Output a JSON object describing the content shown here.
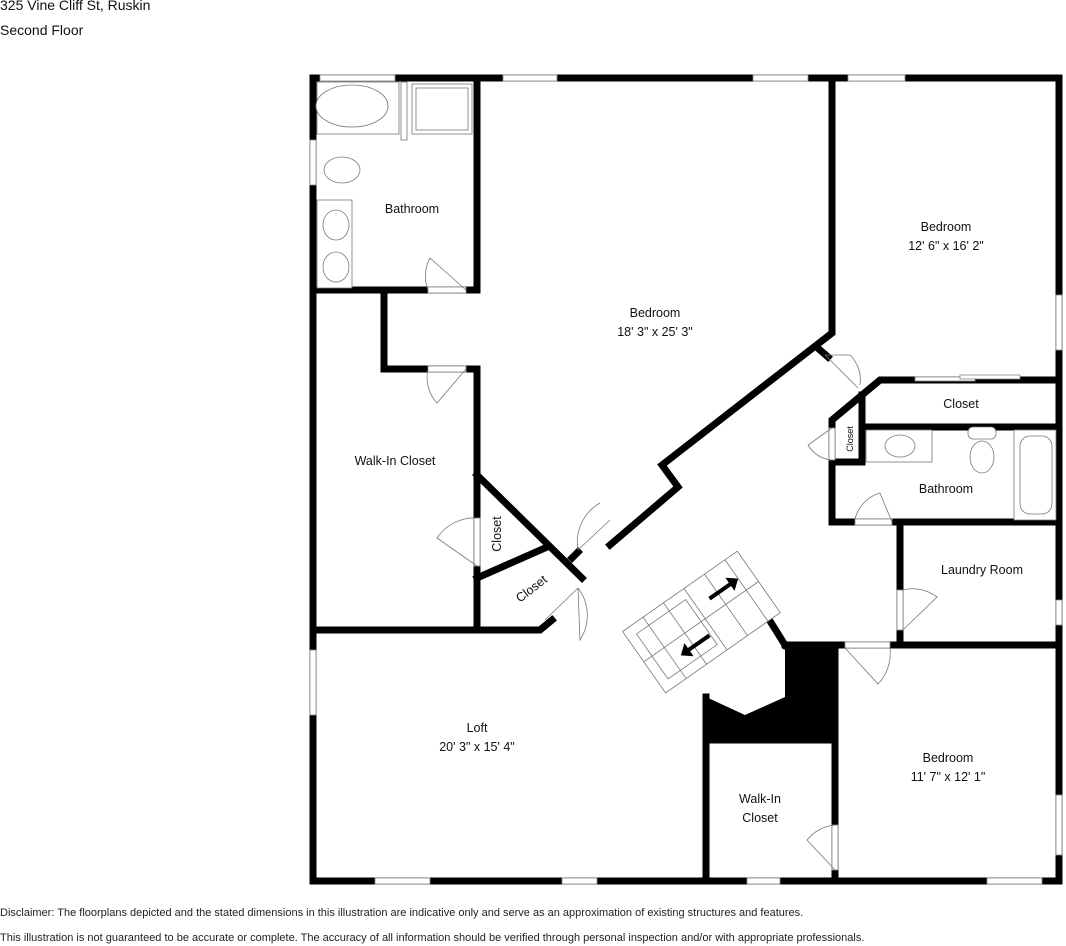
{
  "header": {
    "address": "325 Vine Cliff St, Ruskin",
    "floor": "Second Floor"
  },
  "rooms": {
    "bath_master": {
      "name": "Bathroom"
    },
    "bed_master": {
      "name": "Bedroom",
      "dims": "18' 3\" x 25' 3\""
    },
    "bed_ne": {
      "name": "Bedroom",
      "dims": "12' 6\" x 16' 2\""
    },
    "walkin_1": {
      "name": "Walk-In Closet"
    },
    "closet_a": {
      "name": "Closet"
    },
    "closet_b": {
      "name": "Closet"
    },
    "closet_c": {
      "name": "Closet"
    },
    "closet_d": {
      "name": "Closet"
    },
    "bath_2": {
      "name": "Bathroom"
    },
    "laundry": {
      "name": "Laundry Room"
    },
    "loft": {
      "name": "Loft",
      "dims": "20' 3\" x 15' 4\""
    },
    "walkin_2": {
      "name": "Walk-In",
      "name2": "Closet"
    },
    "bed_se": {
      "name": "Bedroom",
      "dims": "11' 7\" x 12' 1\""
    }
  },
  "disclaimer": {
    "line1": "Disclaimer: The floorplans depicted and the stated dimensions in this illustration are indicative only and serve as an approximation of existing structures and features.",
    "line2": "This illustration is not guaranteed to be accurate or complete. The accuracy of all information should be verified through personal inspection and/or with appropriate professionals."
  },
  "colors": {
    "wall": "#000000",
    "fixture": "#777777",
    "background": "#ffffff"
  }
}
